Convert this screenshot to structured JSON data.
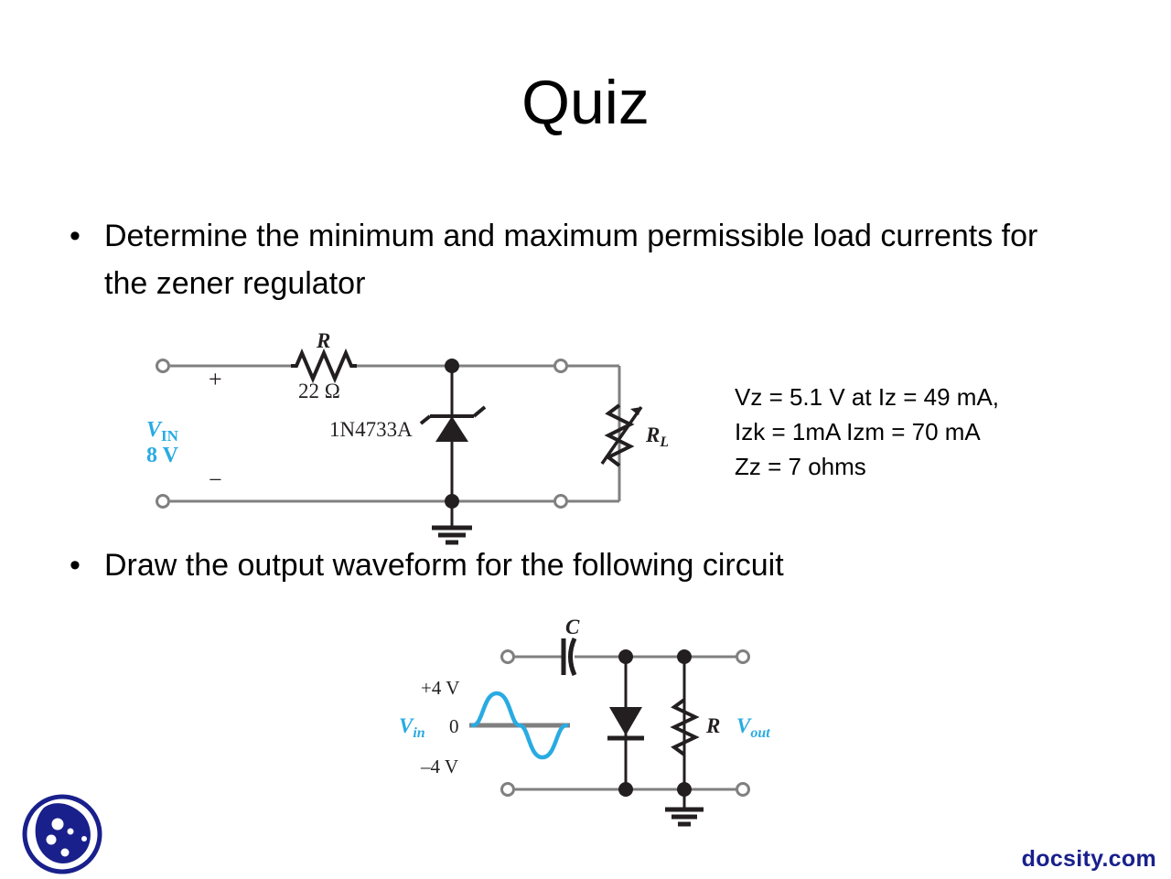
{
  "slide": {
    "title": "Quiz",
    "bullet_marker": "•",
    "bullets": [
      {
        "text": "Determine the minimum and maximum permissible load currents for the zener regulator"
      },
      {
        "text": "Draw the output waveform for the following circuit"
      }
    ]
  },
  "specs": {
    "line1": "Vz = 5.1 V at Iz = 49 mA,",
    "line2": "Izk = 1mA Izm = 70 mA",
    "line3": "Zz = 7 ohms"
  },
  "figure_zener": {
    "label_R": "R",
    "label_R_value": "22 Ω",
    "label_diode": "1N4733A",
    "label_source_name": "V",
    "label_source_sub": "IN",
    "label_source_value": "8 V",
    "label_plus": "+",
    "label_minus": "−",
    "label_RL": "R",
    "label_RL_sub": "L"
  },
  "figure_clamper": {
    "label_C": "C",
    "label_R": "R",
    "label_vin": "V",
    "label_vin_sub": "in",
    "label_vout": "V",
    "label_vout_sub": "out",
    "wave_top": "+4 V",
    "wave_zero": "0",
    "wave_bottom": "–4 V"
  },
  "footer": {
    "site": "docsity.com",
    "logo_name": "docsity-logo"
  },
  "colors": {
    "accent_cyan": "#29abe2",
    "footer_navy": "#19208c",
    "wire_gray": "#808080",
    "symbol_dark": "#231f20"
  }
}
